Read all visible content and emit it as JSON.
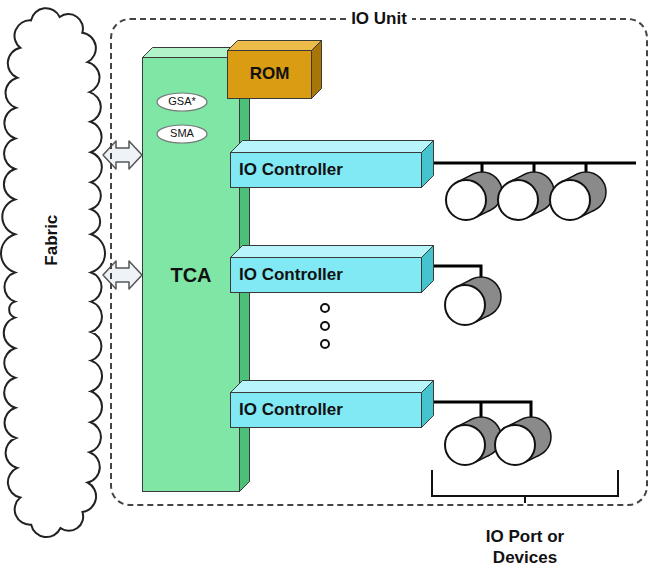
{
  "diagram": {
    "nodes": [
      {
        "text": [
          "Fabric"
        ]
      },
      {
        "text": [
          "IO Unit"
        ]
      },
      {
        "text": [
          "TCA"
        ],
        "in": 1
      },
      {
        "text": [
          "GSA*"
        ],
        "in": 2
      },
      {
        "text": [
          "SMA"
        ],
        "in": 2
      },
      {
        "text": [
          "ROM"
        ],
        "in": 1
      },
      {
        "text": [
          "IO Controller"
        ],
        "in": 1
      },
      {
        "text": [
          "IO Controller"
        ],
        "in": 1
      },
      {
        "text": [
          "IO Controller"
        ],
        "in": 1
      }
    ],
    "edges": [
      {
        "from": 0,
        "to": 2,
        "arrow": "both"
      },
      {
        "from": 0,
        "to": 2,
        "arrow": "both"
      }
    ],
    "labels": [
      "IO Port or Devices"
    ]
  }
}
